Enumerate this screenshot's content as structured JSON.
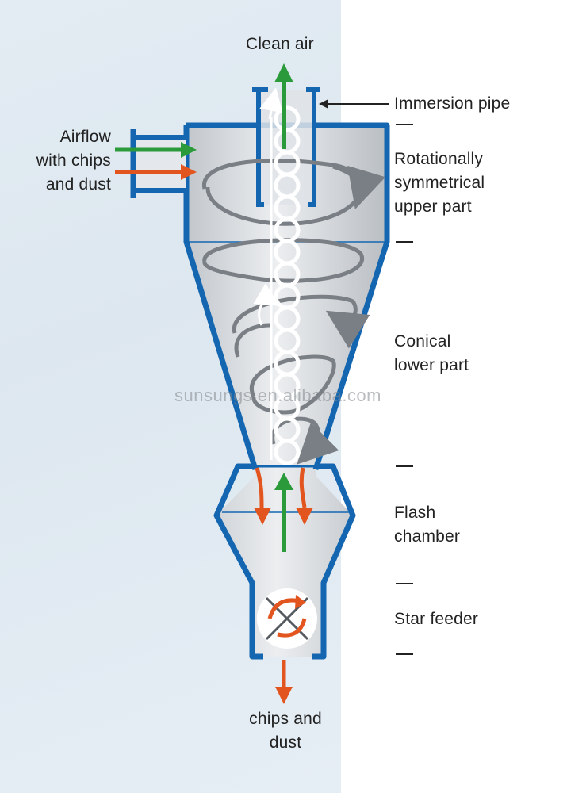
{
  "labels": {
    "clean_air": "Clean air",
    "airflow": "Airflow\nwith chips\nand dust",
    "immersion_pipe": "Immersion pipe",
    "upper_part": "Rotationally\nsymmetrical\nupper part",
    "conical_part": "Conical\nlower part",
    "flash_chamber": "Flash\nchamber",
    "star_feeder": "Star feeder",
    "chips_dust": "chips and\ndust"
  },
  "watermark": "sunsungs.en.alibaba.com",
  "colors": {
    "wall": "#1466b0",
    "clean_arrow": "#2a9a3a",
    "dust_arrow": "#e3551f",
    "swirl": "#7a7f85",
    "body_fill": "#cfd3d7"
  }
}
